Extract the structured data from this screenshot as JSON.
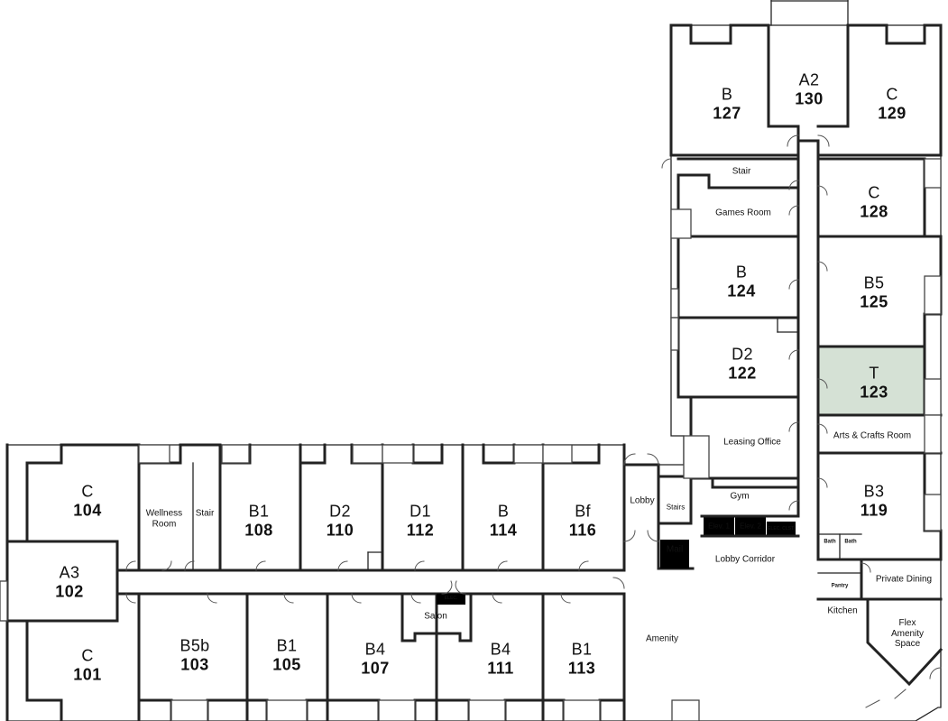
{
  "units": [
    {
      "id": "u101",
      "type": "C",
      "number": "101"
    },
    {
      "id": "u102",
      "type": "A3",
      "number": "102"
    },
    {
      "id": "u103",
      "type": "B5b",
      "number": "103"
    },
    {
      "id": "u104",
      "type": "C",
      "number": "104"
    },
    {
      "id": "u105",
      "type": "B1",
      "number": "105"
    },
    {
      "id": "u107",
      "type": "B4",
      "number": "107"
    },
    {
      "id": "u108",
      "type": "B1",
      "number": "108"
    },
    {
      "id": "u110",
      "type": "D2",
      "number": "110"
    },
    {
      "id": "u111",
      "type": "B4",
      "number": "111"
    },
    {
      "id": "u112",
      "type": "D1",
      "number": "112"
    },
    {
      "id": "u113",
      "type": "B1",
      "number": "113"
    },
    {
      "id": "u114",
      "type": "B",
      "number": "114"
    },
    {
      "id": "u116",
      "type": "Bf",
      "number": "116"
    },
    {
      "id": "u119",
      "type": "B3",
      "number": "119"
    },
    {
      "id": "u122",
      "type": "D2",
      "number": "122"
    },
    {
      "id": "u123",
      "type": "T",
      "number": "123",
      "highlighted": true,
      "highlight_color": "#d5e1d5"
    },
    {
      "id": "u124",
      "type": "B",
      "number": "124"
    },
    {
      "id": "u125",
      "type": "B5",
      "number": "125"
    },
    {
      "id": "u127",
      "type": "B",
      "number": "127"
    },
    {
      "id": "u128",
      "type": "C",
      "number": "128"
    },
    {
      "id": "u129",
      "type": "C",
      "number": "129"
    },
    {
      "id": "u130",
      "type": "A2",
      "number": "130"
    }
  ],
  "rooms": {
    "wellness": "Wellness Room",
    "stair_west": "Stair",
    "stair_north": "Stair",
    "games": "Games Room",
    "leasing": "Leasing Office",
    "gym": "Gym",
    "lobby": "Lobby",
    "stairs": "Stairs",
    "elev1": "Elev. 1",
    "elev2": "Elev. 2",
    "elec_clst": "ELEC. CLST.",
    "mail": "Mail",
    "lobby_corridor": "Lobby Corridor",
    "arts_crafts": "Arts & Crafts Room",
    "bath1": "Bath",
    "bath2": "Bath",
    "pantry": "Pantry",
    "private_dining": "Private Dining",
    "kitchen": "Kitchen",
    "flex": "Flex Amenity Space",
    "amenity": "Amenity",
    "salon": "Salon",
    "elec": "ELEC."
  }
}
